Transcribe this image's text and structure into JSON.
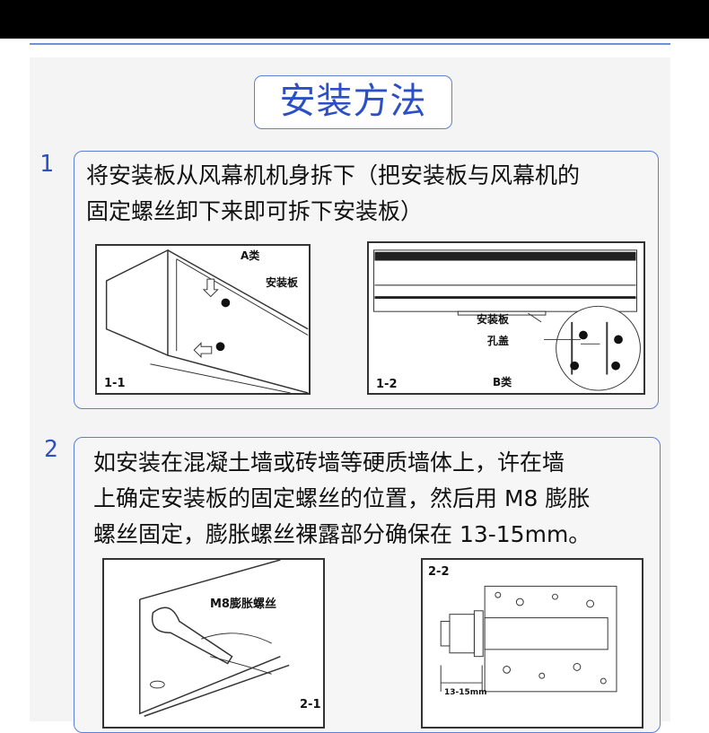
{
  "title": "安装方法",
  "steps": [
    {
      "number": "1",
      "lines": [
        "将安装板从风幕机机身拆下（把安装板与风幕机的",
        "固定螺丝卸下来即可拆下安装板）"
      ],
      "figures": [
        {
          "caption": "1-1",
          "type_label": "A类",
          "part_label": "安装板"
        },
        {
          "caption": "1-2",
          "type_label": "B类",
          "part_label": "安装板",
          "cover_label": "孔盖"
        }
      ]
    },
    {
      "number": "2",
      "lines": [
        "如安装在混凝土墙或砖墙等硬质墙体上，许在墙",
        "上确定安装板的固定螺丝的位置，然后用 M8 膨胀",
        "螺丝固定，膨胀螺丝裸露部分确保在 13-15mm。"
      ],
      "figures": [
        {
          "caption": "2-1",
          "part_label": "M8膨胀螺丝"
        },
        {
          "caption": "2-2",
          "dimension_label": "13-15mm"
        }
      ]
    }
  ]
}
